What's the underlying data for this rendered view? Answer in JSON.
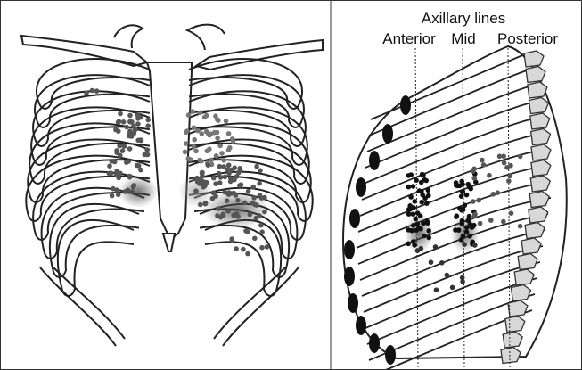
{
  "figure": {
    "title": "Axillary lines",
    "line_labels": [
      "Anterior",
      "Mid",
      "Posterior"
    ]
  },
  "colors": {
    "outline": "#222222",
    "dot": "#555555",
    "dot_dark": "#111111",
    "vertebra_fill": "#d8d8d8",
    "cartilage": "#111111"
  }
}
